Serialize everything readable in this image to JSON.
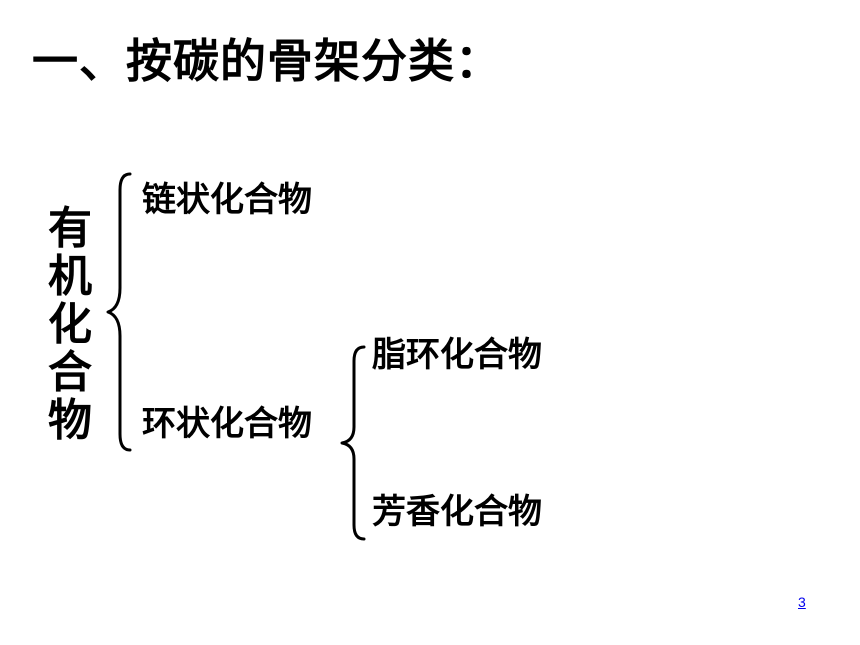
{
  "slide": {
    "title": "一、按碳的骨架分类：",
    "root_label_chars": [
      "有",
      "机",
      "化",
      "合",
      "物"
    ],
    "branch_chain": "链状化合物",
    "branch_cyclic": "环状化合物",
    "sub_alicyclic": "脂环化合物",
    "sub_aromatic": "芳香化合物",
    "page_number": "3"
  }
}
